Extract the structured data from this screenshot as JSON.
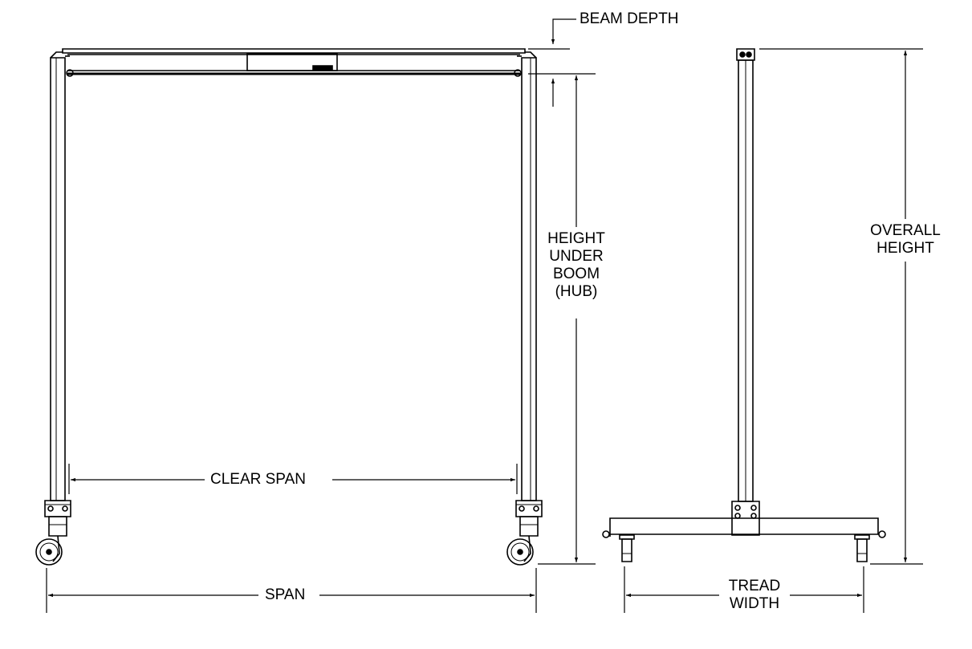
{
  "labels": {
    "beam_depth": "BEAM DEPTH",
    "clear_span": "CLEAR SPAN",
    "span": "SPAN",
    "height_under_boom": [
      "HEIGHT",
      "UNDER",
      "BOOM",
      "(HUB)"
    ],
    "overall_height": [
      "OVERALL",
      "HEIGHT"
    ],
    "tread_width": [
      "TREAD",
      "WIDTH"
    ]
  },
  "colors": {
    "line": "#000000",
    "background": "#ffffff"
  }
}
